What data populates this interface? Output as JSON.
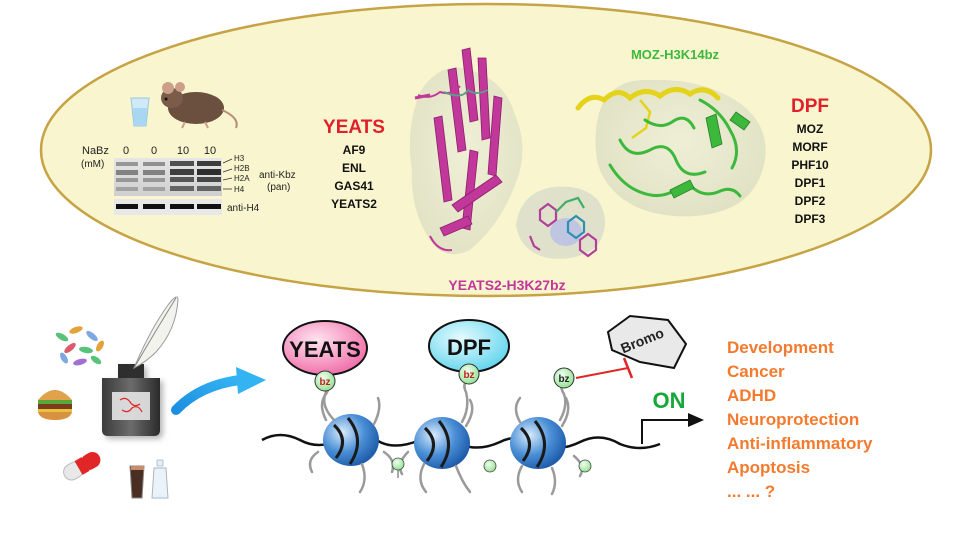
{
  "blot": {
    "treatment_label": "NaBz",
    "treatment_unit": "(mM)",
    "doses": [
      "0",
      "0",
      "10",
      "10"
    ],
    "histone_bands": [
      "H3",
      "H2B",
      "H2A",
      "H4"
    ],
    "antibody_main": "anti-Kbz",
    "antibody_main_sub": "(pan)",
    "antibody_loading": "anti-H4"
  },
  "yeats_family": {
    "title": "YEATS",
    "members": [
      "AF9",
      "ENL",
      "GAS41",
      "YEATS2"
    ]
  },
  "dpf_family": {
    "title": "DPF",
    "members": [
      "MOZ",
      "MORF",
      "PHF10",
      "DPF1",
      "DPF2",
      "DPF3"
    ]
  },
  "structures": {
    "yeats_complex": "YEATS2-H3K27bz",
    "dpf_complex": "MOZ-H3K14bz"
  },
  "readers": {
    "yeats": "YEATS",
    "dpf": "DPF",
    "bromo": "Bromo",
    "mark": "bz"
  },
  "transcription": {
    "state": "ON"
  },
  "outcomes": [
    "Development",
    "Cancer",
    "ADHD",
    "Neuroprotection",
    "Anti-inflammatory",
    "Apoptosis",
    "... ... ?"
  ],
  "colors": {
    "ellipse_fill": "#f9f6cf",
    "yeats_title": "#e0202a",
    "dpf_title": "#e0202a",
    "yeats_structure": "#c2379a",
    "dpf_structure": "#3cb83c",
    "outcome_text": "#f47a2e",
    "on_text": "#18a83a",
    "bromo_block": "#e02626"
  }
}
